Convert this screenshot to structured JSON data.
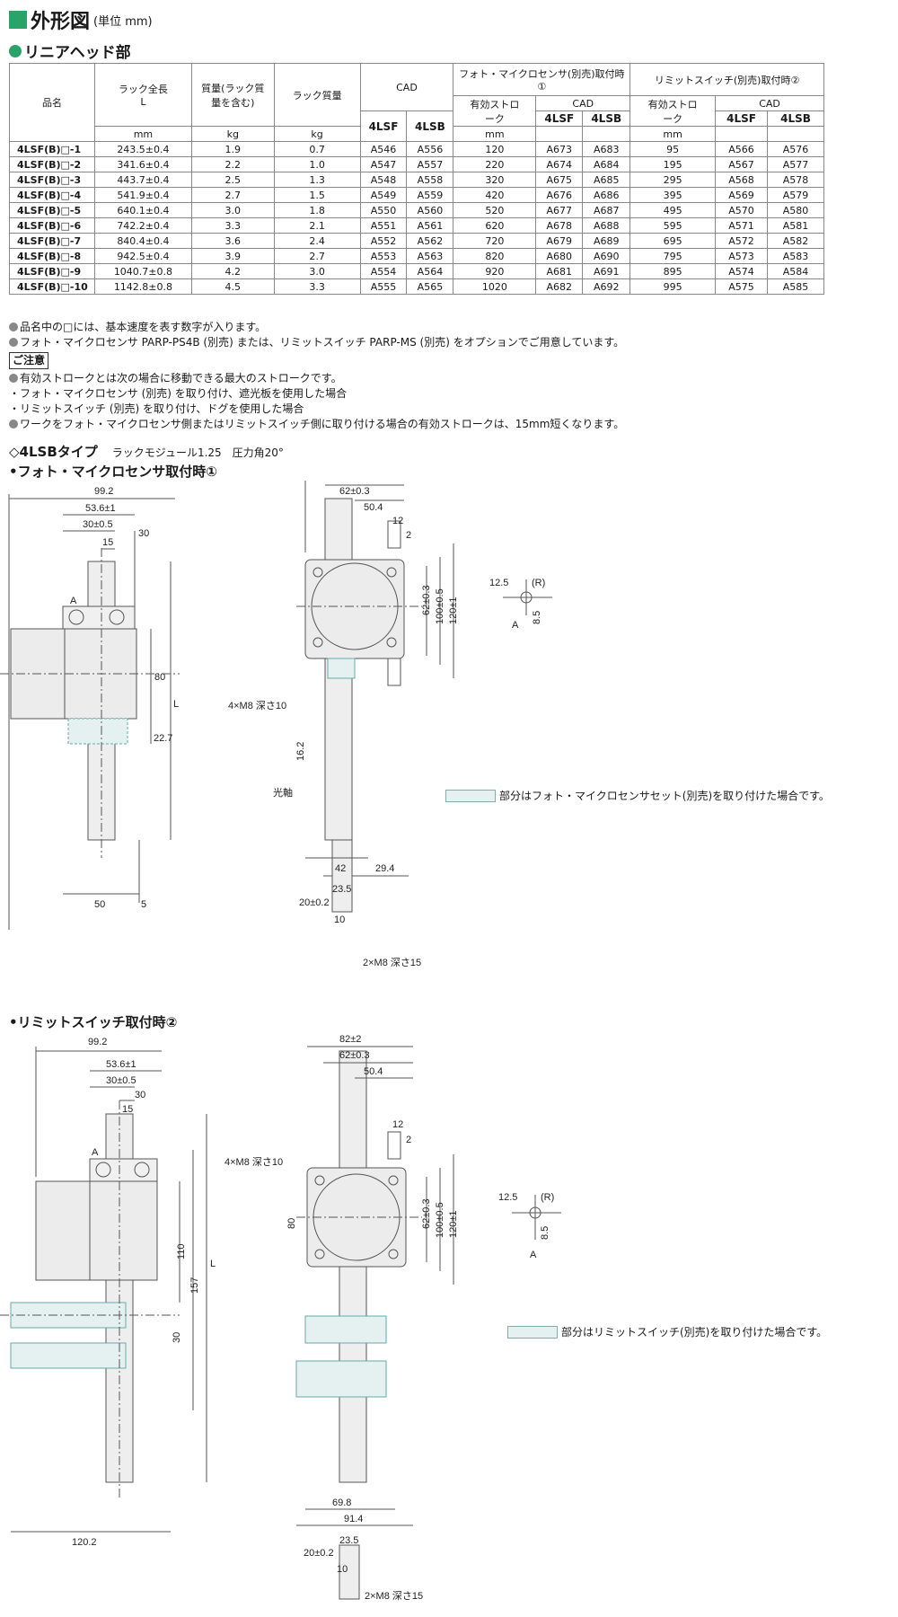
{
  "title": "外形図",
  "unit": "(単位 mm)",
  "section": "リニアヘッド部",
  "table": {
    "headers": {
      "name": "品名",
      "rack_length": "ラック全長",
      "rack_length_sub": "L",
      "mass": "質量(ラック質量を含む)",
      "rack_mass": "ラック質量",
      "cad": "CAD",
      "photo_group": "フォト・マイクロセンサ(別売)取付時①",
      "limit_group": "リミットスイッチ(別売)取付時②",
      "stroke": "有効ストローク",
      "lsf": "4LSF",
      "lsb": "4LSB",
      "unit_mm": "mm",
      "unit_kg": "kg"
    },
    "rows": [
      [
        "4LSF(B)□-1",
        "243.5±0.4",
        "1.9",
        "0.7",
        "A546",
        "A556",
        "120",
        "A673",
        "A683",
        "95",
        "A566",
        "A576"
      ],
      [
        "4LSF(B)□-2",
        "341.6±0.4",
        "2.2",
        "1.0",
        "A547",
        "A557",
        "220",
        "A674",
        "A684",
        "195",
        "A567",
        "A577"
      ],
      [
        "4LSF(B)□-3",
        "443.7±0.4",
        "2.5",
        "1.3",
        "A548",
        "A558",
        "320",
        "A675",
        "A685",
        "295",
        "A568",
        "A578"
      ],
      [
        "4LSF(B)□-4",
        "541.9±0.4",
        "2.7",
        "1.5",
        "A549",
        "A559",
        "420",
        "A676",
        "A686",
        "395",
        "A569",
        "A579"
      ],
      [
        "4LSF(B)□-5",
        "640.1±0.4",
        "3.0",
        "1.8",
        "A550",
        "A560",
        "520",
        "A677",
        "A687",
        "495",
        "A570",
        "A580"
      ],
      [
        "4LSF(B)□-6",
        "742.2±0.4",
        "3.3",
        "2.1",
        "A551",
        "A561",
        "620",
        "A678",
        "A688",
        "595",
        "A571",
        "A581"
      ],
      [
        "4LSF(B)□-7",
        "840.4±0.4",
        "3.6",
        "2.4",
        "A552",
        "A562",
        "720",
        "A679",
        "A689",
        "695",
        "A572",
        "A582"
      ],
      [
        "4LSF(B)□-8",
        "942.5±0.4",
        "3.9",
        "2.7",
        "A553",
        "A563",
        "820",
        "A680",
        "A690",
        "795",
        "A573",
        "A583"
      ],
      [
        "4LSF(B)□-9",
        "1040.7±0.8",
        "4.2",
        "3.0",
        "A554",
        "A564",
        "920",
        "A681",
        "A691",
        "895",
        "A574",
        "A584"
      ],
      [
        "4LSF(B)□-10",
        "1142.8±0.8",
        "4.5",
        "3.3",
        "A555",
        "A565",
        "1020",
        "A682",
        "A692",
        "995",
        "A575",
        "A585"
      ]
    ]
  },
  "notes": {
    "n1": "品名中の□には、基本速度を表す数字が入ります。",
    "n2": "フォト・マイクロセンサ PARP-PS4B (別売) または、リミットスイッチ PARP-MS (別売) をオプションでご用意しています。",
    "caution": "ご注意",
    "c1": "有効ストロークとは次の場合に移動できる最大のストロークです。",
    "c2": "・フォト・マイクロセンサ (別売) を取り付け、遮光板を使用した場合",
    "c3": "・リミットスイッチ (別売) を取り付け、ドグを使用した場合",
    "c4": "ワークをフォト・マイクロセンサ側またはリミットスイッチ側に取り付ける場合の有効ストロークは、15mm短くなります。"
  },
  "type_title": "◇4LSBタイプ",
  "type_sub": "ラックモジュール1.25　圧力角20°",
  "photo_title": "•フォト・マイクロセンサ取付時①",
  "limit_title": "•リミットスイッチ取付時②",
  "photo_legend": "部分はフォト・マイクロセンサセット(別売)を取り付けた場合です。",
  "limit_legend": "部分はリミットスイッチ(別売)を取り付けた場合です。",
  "dims": {
    "d99": "99.2",
    "d53": "53.6±1",
    "d30t": "30±0.5",
    "d30": "30",
    "d15": "15",
    "a": "A",
    "d80": "80",
    "dL": "L",
    "d22": "22.7",
    "d50": "50",
    "d5": "5",
    "d82": "82±2",
    "d62": "62±0.3",
    "d504": "50.4",
    "d12": "12",
    "d2": "2",
    "d62v": "62±0.3",
    "d100": "100±0.5",
    "d120": "120±1",
    "m8": "4×M8 深さ10",
    "d162": "16.2",
    "shaft": "光軸",
    "d42": "42",
    "d294": "29.4",
    "d125": "12.5",
    "r": "(R)",
    "d85": "8.5",
    "d235": "23.5",
    "d20": "20±0.2",
    "d10": "10",
    "m8b": "2×M8 深さ15",
    "d110": "110",
    "d157": "157",
    "d1202": "120.2",
    "d698": "69.8",
    "d914": "91.4"
  }
}
